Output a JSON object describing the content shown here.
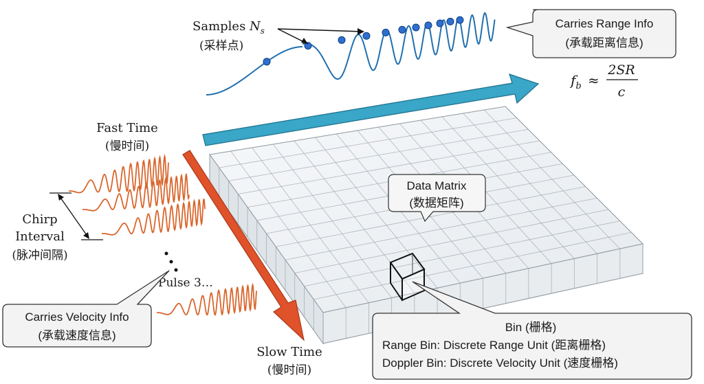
{
  "labels": {
    "samples_prefix": "Samples ",
    "samples_symbol": "N",
    "samples_sub": "s",
    "samples_cn": "(采样点)",
    "range_info": "Carries Range Info",
    "range_info_cn": "(承载距离信息)",
    "formula_lhs": "f",
    "formula_sub": "b",
    "formula_approx": "≈",
    "formula_num": "2SR",
    "formula_den": "c",
    "fast_time": "Fast Time",
    "fast_time_cn": "(慢时间)",
    "chirp": "Chirp",
    "interval": "Interval",
    "interval_cn": "(脉冲间隔)",
    "pulse3": "Pulse 3…",
    "velocity_info": "Carries Velocity Info",
    "velocity_info_cn": "(承载速度信息)",
    "data_matrix": "Data Matrix",
    "data_matrix_cn": "(数据矩阵)",
    "slow_time": "Slow Time",
    "slow_time_cn": "(慢时间)",
    "bin_title": "Bin (栅格)",
    "range_bin": "Range Bin:  Discrete Range Unit (距离栅格)",
    "doppler_bin": "Doppler Bin: Discrete Velocity Unit (速度栅格)"
  },
  "colors": {
    "chirp_blue": "#1f6fb0",
    "sample_dot": "#2f6fd0",
    "fast_arrow": "#3aa6c8",
    "slow_arrow": "#e0522a",
    "pulse_orange": "#d9652b",
    "grid_line": "#9aa3ab",
    "grid_face": "#eef1f4"
  }
}
